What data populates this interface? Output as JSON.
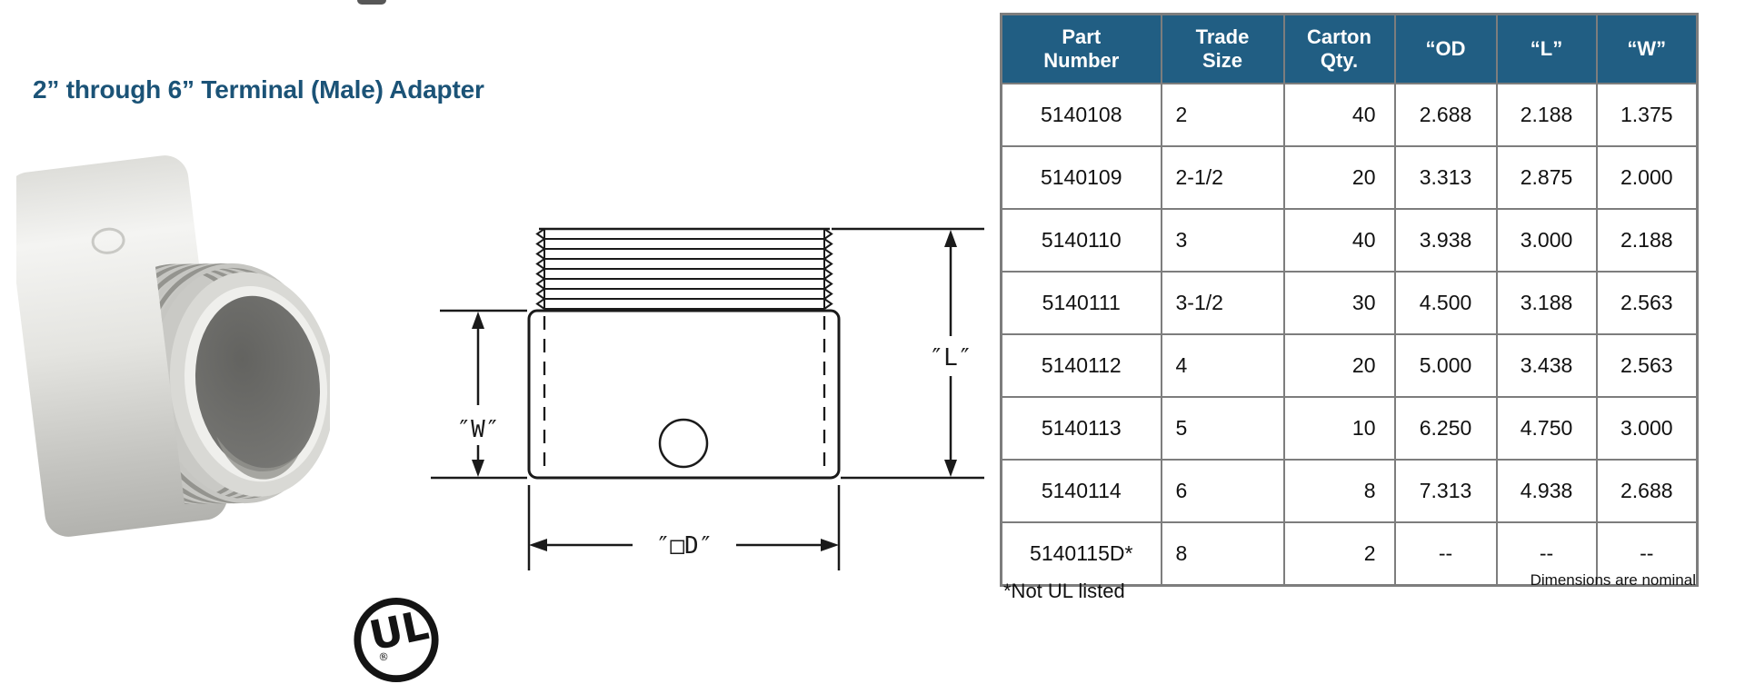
{
  "page": {
    "title": "2” through 6” Terminal (Male) Adapter"
  },
  "drawing": {
    "label_w": "″W″",
    "label_l": "″L″",
    "label_od": "″□D″"
  },
  "ul_logo": {
    "text": "UL",
    "registered": "®"
  },
  "table": {
    "headers": [
      {
        "line1": "Part",
        "line2": "Number"
      },
      {
        "line1": "Trade",
        "line2": "Size"
      },
      {
        "line1": "Carton",
        "line2": "Qty."
      },
      {
        "line1": "“OD",
        "line2": ""
      },
      {
        "line1": "“L”",
        "line2": ""
      },
      {
        "line1": "“W”",
        "line2": ""
      }
    ],
    "rows": [
      {
        "part": "5140108",
        "size": "2",
        "qty": "40",
        "od": "2.688",
        "l": "2.188",
        "w": "1.375"
      },
      {
        "part": "5140109",
        "size": "2-1/2",
        "qty": "20",
        "od": "3.313",
        "l": "2.875",
        "w": "2.000"
      },
      {
        "part": "5140110",
        "size": "3",
        "qty": "40",
        "od": "3.938",
        "l": "3.000",
        "w": "2.188"
      },
      {
        "part": "5140111",
        "size": "3-1/2",
        "qty": "30",
        "od": "4.500",
        "l": "3.188",
        "w": "2.563"
      },
      {
        "part": "5140112",
        "size": "4",
        "qty": "20",
        "od": "5.000",
        "l": "3.438",
        "w": "2.563"
      },
      {
        "part": "5140113",
        "size": "5",
        "qty": "10",
        "od": "6.250",
        "l": "4.750",
        "w": "3.000"
      },
      {
        "part": "5140114",
        "size": "6",
        "qty": "8",
        "od": "7.313",
        "l": "4.938",
        "w": "2.688"
      },
      {
        "part": "5140115D*",
        "size": "8",
        "qty": "2",
        "od": "--",
        "l": "--",
        "w": "--"
      }
    ],
    "footnote_left": "*Not UL listed",
    "footnote_right": "Dimensions are nominal"
  },
  "colors": {
    "title_color": "#1b5377",
    "header_bg": "#215e83",
    "grid": "#7d7d7d"
  }
}
